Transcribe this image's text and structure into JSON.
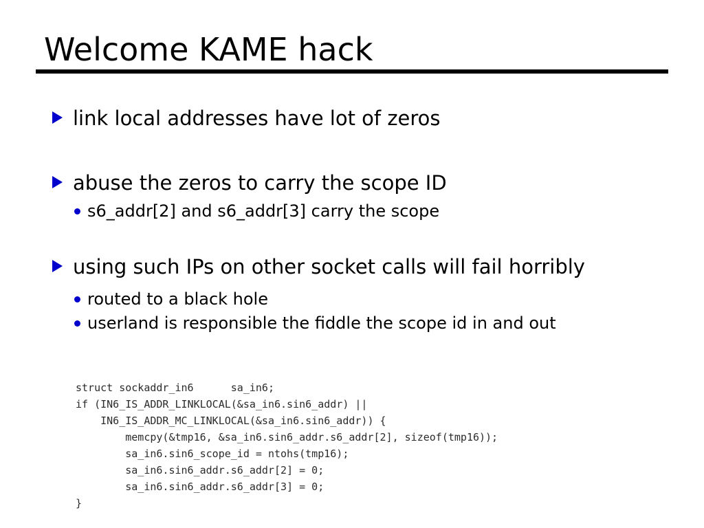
{
  "slide": {
    "title": "Welcome KAME hack",
    "icons": {
      "level1_bullet": "triangle-right-icon",
      "level2_bullet": "dot-icon"
    },
    "colors": {
      "bullet_blue": "#0000cc",
      "text": "#000000",
      "code_text": "#2b2b2b",
      "background": "#ffffff",
      "rule": "#000000"
    },
    "bullets": [
      {
        "level": 1,
        "text": "link local addresses have lot of zeros"
      },
      {
        "level": 1,
        "text": "abuse the zeros to carry the scope ID"
      },
      {
        "level": 2,
        "text": "s6_addr[2] and s6_addr[3] carry the scope"
      },
      {
        "level": 1,
        "text": "using such IPs on other socket calls will fail horribly"
      },
      {
        "level": 2,
        "text": "routed to a black hole"
      },
      {
        "level": 2,
        "text": "userland is responsible the fiddle the scope id in and out"
      }
    ],
    "code": "struct sockaddr_in6      sa_in6;\nif (IN6_IS_ADDR_LINKLOCAL(&sa_in6.sin6_addr) ||\n    IN6_IS_ADDR_MC_LINKLOCAL(&sa_in6.sin6_addr)) {\n        memcpy(&tmp16, &sa_in6.sin6_addr.s6_addr[2], sizeof(tmp16));\n        sa_in6.sin6_scope_id = ntohs(tmp16);\n        sa_in6.sin6_addr.s6_addr[2] = 0;\n        sa_in6.sin6_addr.s6_addr[3] = 0;\n}"
  }
}
